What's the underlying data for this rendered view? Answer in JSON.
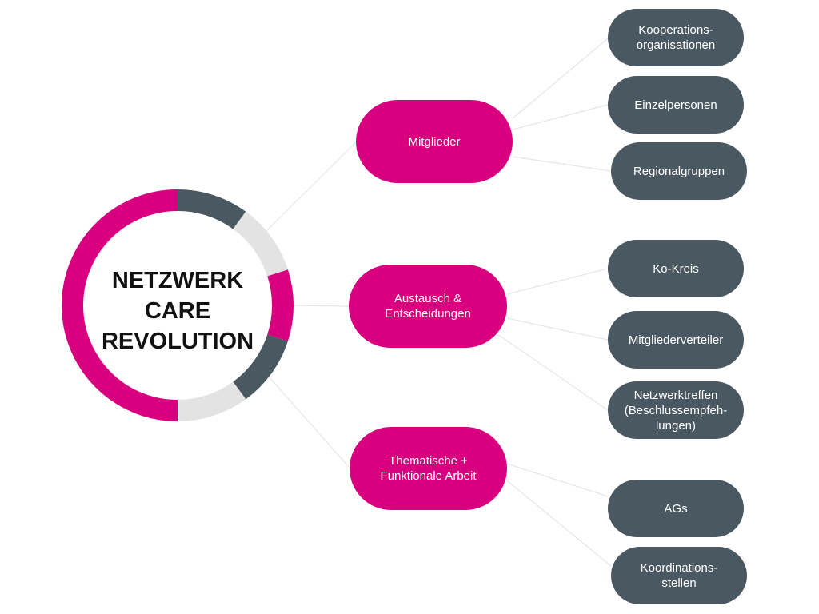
{
  "colors": {
    "accent": "#d8007f",
    "leaf": "#4a5861",
    "ring_grey": "#e3e3e3",
    "connector": "#e6e6e6",
    "title_text": "#111111"
  },
  "center": {
    "lines": [
      "NETZWERK",
      "CARE",
      "REVOLUTION"
    ]
  },
  "ring": {
    "segments": [
      {
        "color": "dark",
        "fraction": 0.1
      },
      {
        "color": "light",
        "fraction": 0.1
      },
      {
        "color": "accent",
        "fraction": 0.1
      },
      {
        "color": "dark",
        "fraction": 0.1
      },
      {
        "color": "light",
        "fraction": 0.1
      },
      {
        "color": "accent",
        "fraction": 0.5
      }
    ]
  },
  "branches": [
    {
      "lines": [
        "Mitglieder"
      ],
      "children": [
        {
          "lines": [
            "Kooperations-",
            "organisationen"
          ]
        },
        {
          "lines": [
            "Einzelpersonen"
          ]
        },
        {
          "lines": [
            "Regionalgruppen"
          ]
        }
      ]
    },
    {
      "lines": [
        "Austausch &",
        "Entscheidungen"
      ],
      "children": [
        {
          "lines": [
            "Ko-Kreis"
          ]
        },
        {
          "lines": [
            "Mitgliederverteiler"
          ]
        },
        {
          "lines": [
            "Netzwerktreffen",
            "(Beschlussempfeh-",
            "lungen)"
          ]
        }
      ]
    },
    {
      "lines": [
        "Thematische +",
        "Funktionale Arbeit"
      ],
      "children": [
        {
          "lines": [
            "AGs"
          ]
        },
        {
          "lines": [
            "Koordinations-",
            "stellen"
          ]
        }
      ]
    }
  ]
}
